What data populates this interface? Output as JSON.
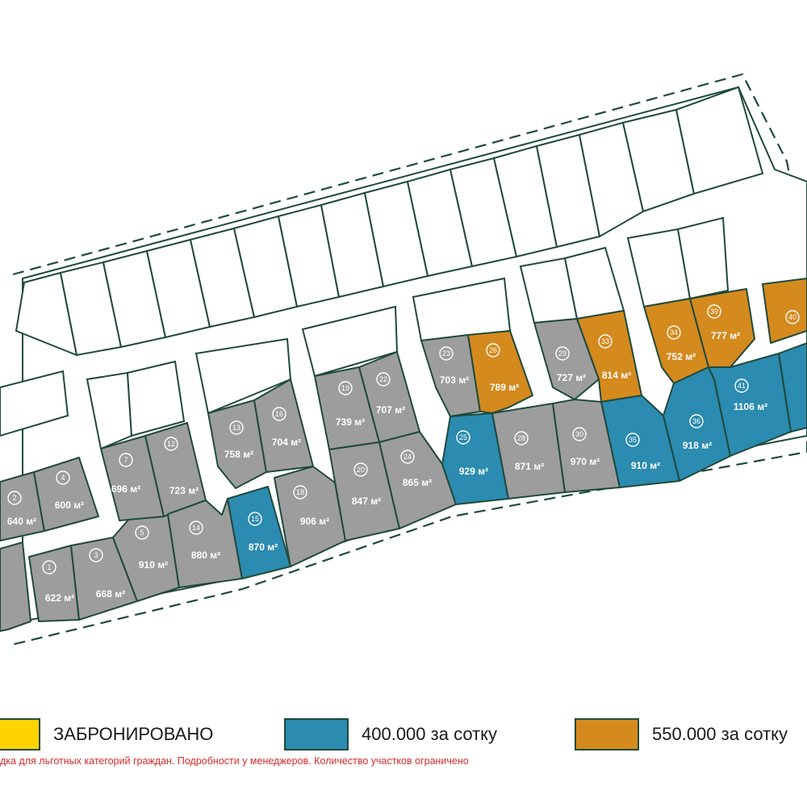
{
  "colors": {
    "reserved": "#ffd200",
    "price_400": "#2b8bb0",
    "price_550": "#d58a1e",
    "unavailable": "#9d9d9d",
    "outline": "#1f4a3c",
    "note": "#d62b2b"
  },
  "legend": {
    "reserved_label": "ЗАБРОНИРОВАНО",
    "price_400_label": "400.000 за сотку",
    "price_550_label": "550.000 за сотку"
  },
  "note": "дка для льготных категорий граждан. Подробности у менеджеров. Количество участков ограничено",
  "plots": [
    {
      "num": "1",
      "area": "622 м²",
      "status": "unavailable"
    },
    {
      "num": "2",
      "area": "640 м²",
      "status": "unavailable"
    },
    {
      "num": "3",
      "area": "668 м²",
      "status": "unavailable"
    },
    {
      "num": "4",
      "area": "600 м²",
      "status": "unavailable"
    },
    {
      "num": "5",
      "area": "910 м²",
      "status": "unavailable"
    },
    {
      "num": "7",
      "area": "696 м²",
      "status": "unavailable"
    },
    {
      "num": "12",
      "area": "723 м²",
      "status": "unavailable"
    },
    {
      "num": "13",
      "area": "758 м²",
      "status": "unavailable"
    },
    {
      "num": "14",
      "area": "880 м²",
      "status": "unavailable"
    },
    {
      "num": "15",
      "area": "870 м²",
      "status": "price_400"
    },
    {
      "num": "16",
      "area": "704 м²",
      "status": "unavailable"
    },
    {
      "num": "18",
      "area": "906 м²",
      "status": "unavailable"
    },
    {
      "num": "19",
      "area": "739 м²",
      "status": "unavailable"
    },
    {
      "num": "20",
      "area": "847 м²",
      "status": "unavailable"
    },
    {
      "num": "22",
      "area": "707 м²",
      "status": "unavailable"
    },
    {
      "num": "23",
      "area": "703 м²",
      "status": "unavailable"
    },
    {
      "num": "24",
      "area": "865 м²",
      "status": "unavailable"
    },
    {
      "num": "25",
      "area": "929 м²",
      "status": "price_400"
    },
    {
      "num": "26",
      "area": "789 м²",
      "status": "price_550"
    },
    {
      "num": "28",
      "area": "871 м²",
      "status": "unavailable"
    },
    {
      "num": "29",
      "area": "727 м²",
      "status": "unavailable"
    },
    {
      "num": "30",
      "area": "970 м²",
      "status": "unavailable"
    },
    {
      "num": "33",
      "area": "814 м²",
      "status": "price_550"
    },
    {
      "num": "34",
      "area": "752 м²",
      "status": "price_550"
    },
    {
      "num": "35",
      "area": "910 м²",
      "status": "price_400"
    },
    {
      "num": "36",
      "area": "918 м²",
      "status": "price_400"
    },
    {
      "num": "39",
      "area": "777 м²",
      "status": "price_550"
    },
    {
      "num": "40",
      "area": "",
      "status": "price_550"
    },
    {
      "num": "41",
      "area": "1106 м²",
      "status": "price_400"
    },
    {
      "num": "",
      "area": "",
      "status": "price_400"
    },
    {
      "num": "",
      "area": "",
      "status": "unavailable"
    }
  ]
}
